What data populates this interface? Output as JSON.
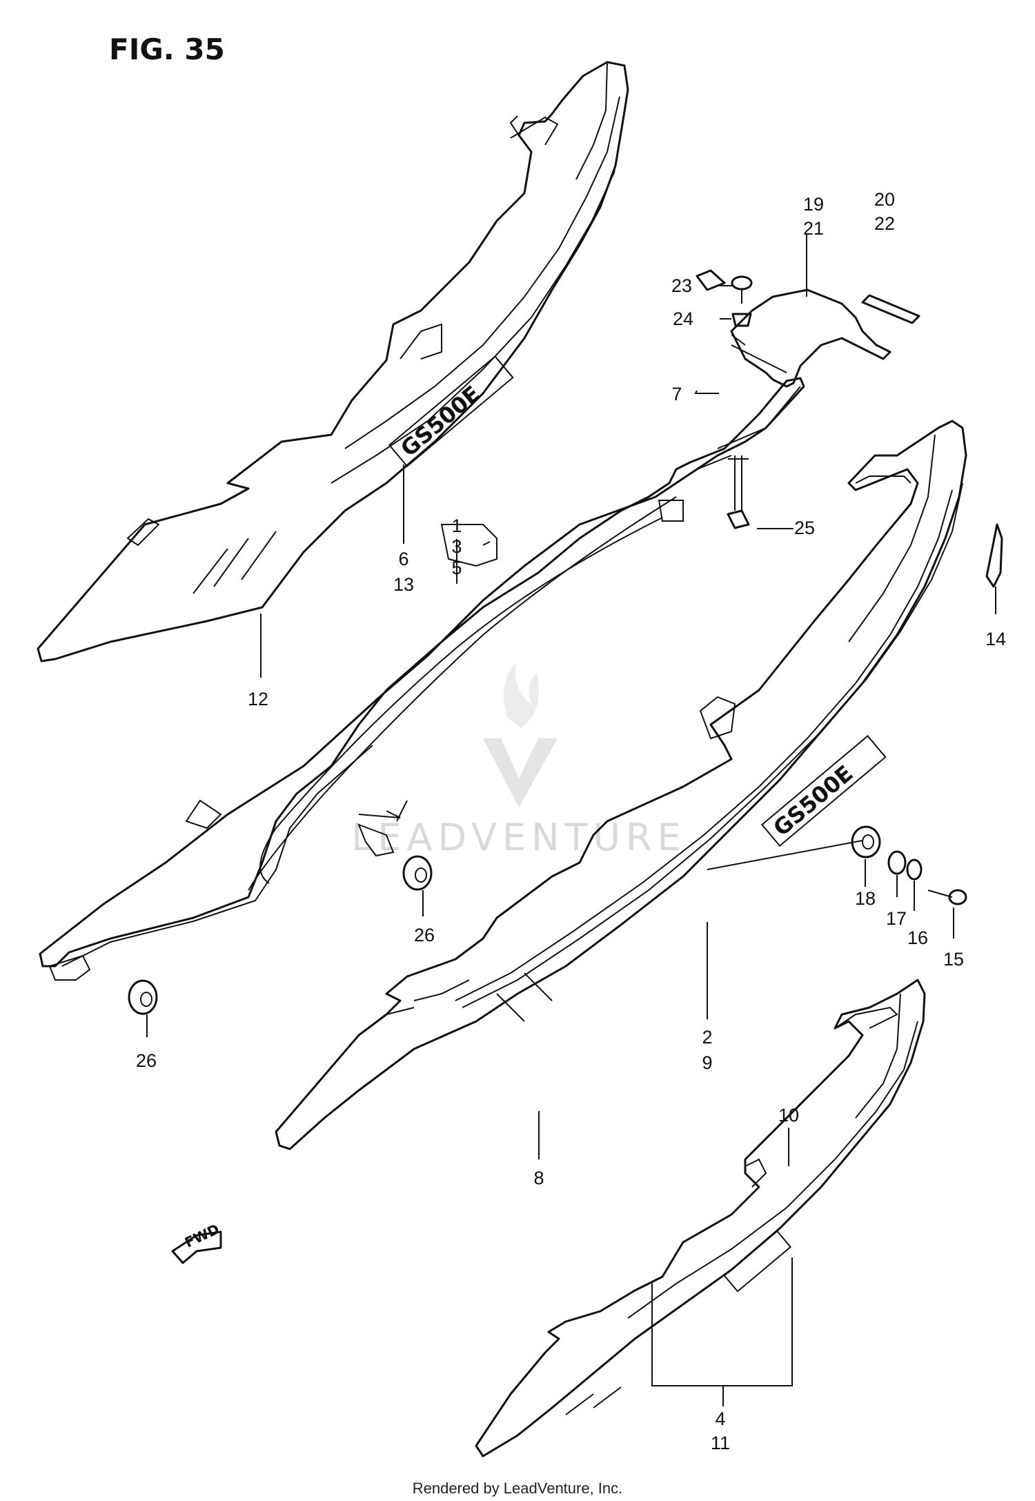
{
  "figure": {
    "title": "FIG. 35"
  },
  "footer": {
    "text": "Rendered by LeadVenture, Inc."
  },
  "watermark": {
    "text": "LEADVENTURE"
  },
  "decals": {
    "model_text": "GS500E"
  },
  "direction_marker": {
    "label": "FWD"
  },
  "callouts": {
    "c1": "1",
    "c3": "3",
    "c5": "5",
    "c2": "2",
    "c9": "9",
    "c4": "4",
    "c11": "11",
    "c6": "6",
    "c13": "13",
    "c7": "7",
    "c8": "8",
    "c10": "10",
    "c12": "12",
    "c14": "14",
    "c15": "15",
    "c16": "16",
    "c17": "17",
    "c18": "18",
    "c19": "19",
    "c21": "21",
    "c20": "20",
    "c22": "22",
    "c23": "23",
    "c24": "24",
    "c25": "25",
    "c26a": "26",
    "c26b": "26"
  },
  "colors": {
    "line": "#111111",
    "background": "#ffffff",
    "watermark": "#d9d9d9"
  }
}
